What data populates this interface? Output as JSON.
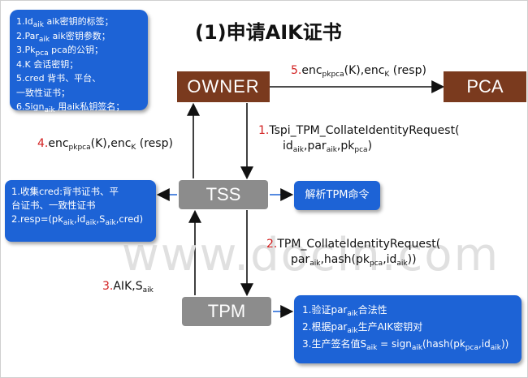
{
  "title": "(1)申请AIK证书",
  "legend": {
    "line1_num": "1.Id",
    "line1_sub": "aik",
    "line1_text": " aik密钥的标签；",
    "line2_num": "2.Par",
    "line2_sub": "aik",
    "line2_text": " aik密钥参数；",
    "line3_num": "3.Pk",
    "line3_sub": "pca",
    "line3_text": " pca的公钥；",
    "line4": "4.K    会话密钥；",
    "line5": "5.cred  背书、平台、",
    "line6": "一致性证书；",
    "line7_num": "6.Sign",
    "line7_sub": "aik",
    "line7_text": " 用aik私钥签名；"
  },
  "nodes": {
    "owner": "OWNER",
    "pca": "PCA",
    "tss": "TSS",
    "tpm": "TPM"
  },
  "arrows": {
    "a5_num": "5.",
    "a5_pre": "enc",
    "a5_sub": "pkpca",
    "a5_mid": "(K),enc",
    "a5_sub2": "K",
    "a5_post": " (resp)",
    "a4_num": "4.",
    "a4_pre": "enc",
    "a4_sub": "pkpca",
    "a4_mid": "(K),enc",
    "a4_sub2": "K",
    "a4_post": " (resp)",
    "a1_num": "1.",
    "a1_line1": "Tspi_TPM_CollateIdentityRequest(",
    "a1_l2_a": "id",
    "a1_l2_a_sub": "aik",
    "a1_l2_b": ",par",
    "a1_l2_b_sub": "aik",
    "a1_l2_c": ",pk",
    "a1_l2_c_sub": "pca",
    "a1_l2_end": ")",
    "a2_num": "2.",
    "a2_line1": "TPM_CollateIdentityRequest(",
    "a2_l2_a": "par",
    "a2_l2_a_sub": "aik",
    "a2_l2_b": ",hash(pk",
    "a2_l2_b_sub": "pca",
    "a2_l2_c": ",id",
    "a2_l2_c_sub": "aik",
    "a2_l2_end": "))",
    "a3_num": "3.",
    "a3_text": "AIK,S",
    "a3_sub": "aik"
  },
  "left_note": {
    "line1": "1.收集cred:背书证书、平",
    "line2": "台证书、一致性证书",
    "line3_pre": "2.resp=(pk",
    "line3_s1": "aik",
    "line3_b": ",id",
    "line3_s2": "aik",
    "line3_c": ",S",
    "line3_s3": "aik",
    "line3_end": ",cred)"
  },
  "parse_note": "解析TPM命令",
  "tpm_note": {
    "line1_pre": "1.验证par",
    "line1_sub": "aik",
    "line1_post": "合法性",
    "line2_pre": "2.根据par",
    "line2_sub": "aik",
    "line2_post": "生产AIK密钥对",
    "line3_pre": "3.生产签名值S",
    "line3_sub": "aik",
    "line3_mid": " = sign",
    "line3_sub2": "aik",
    "line3_c": "(hash(pk",
    "line3_sub3": "pca",
    "line3_d": ",id",
    "line3_sub4": "aik",
    "line3_end": "))"
  },
  "watermark": "www.docin.com"
}
